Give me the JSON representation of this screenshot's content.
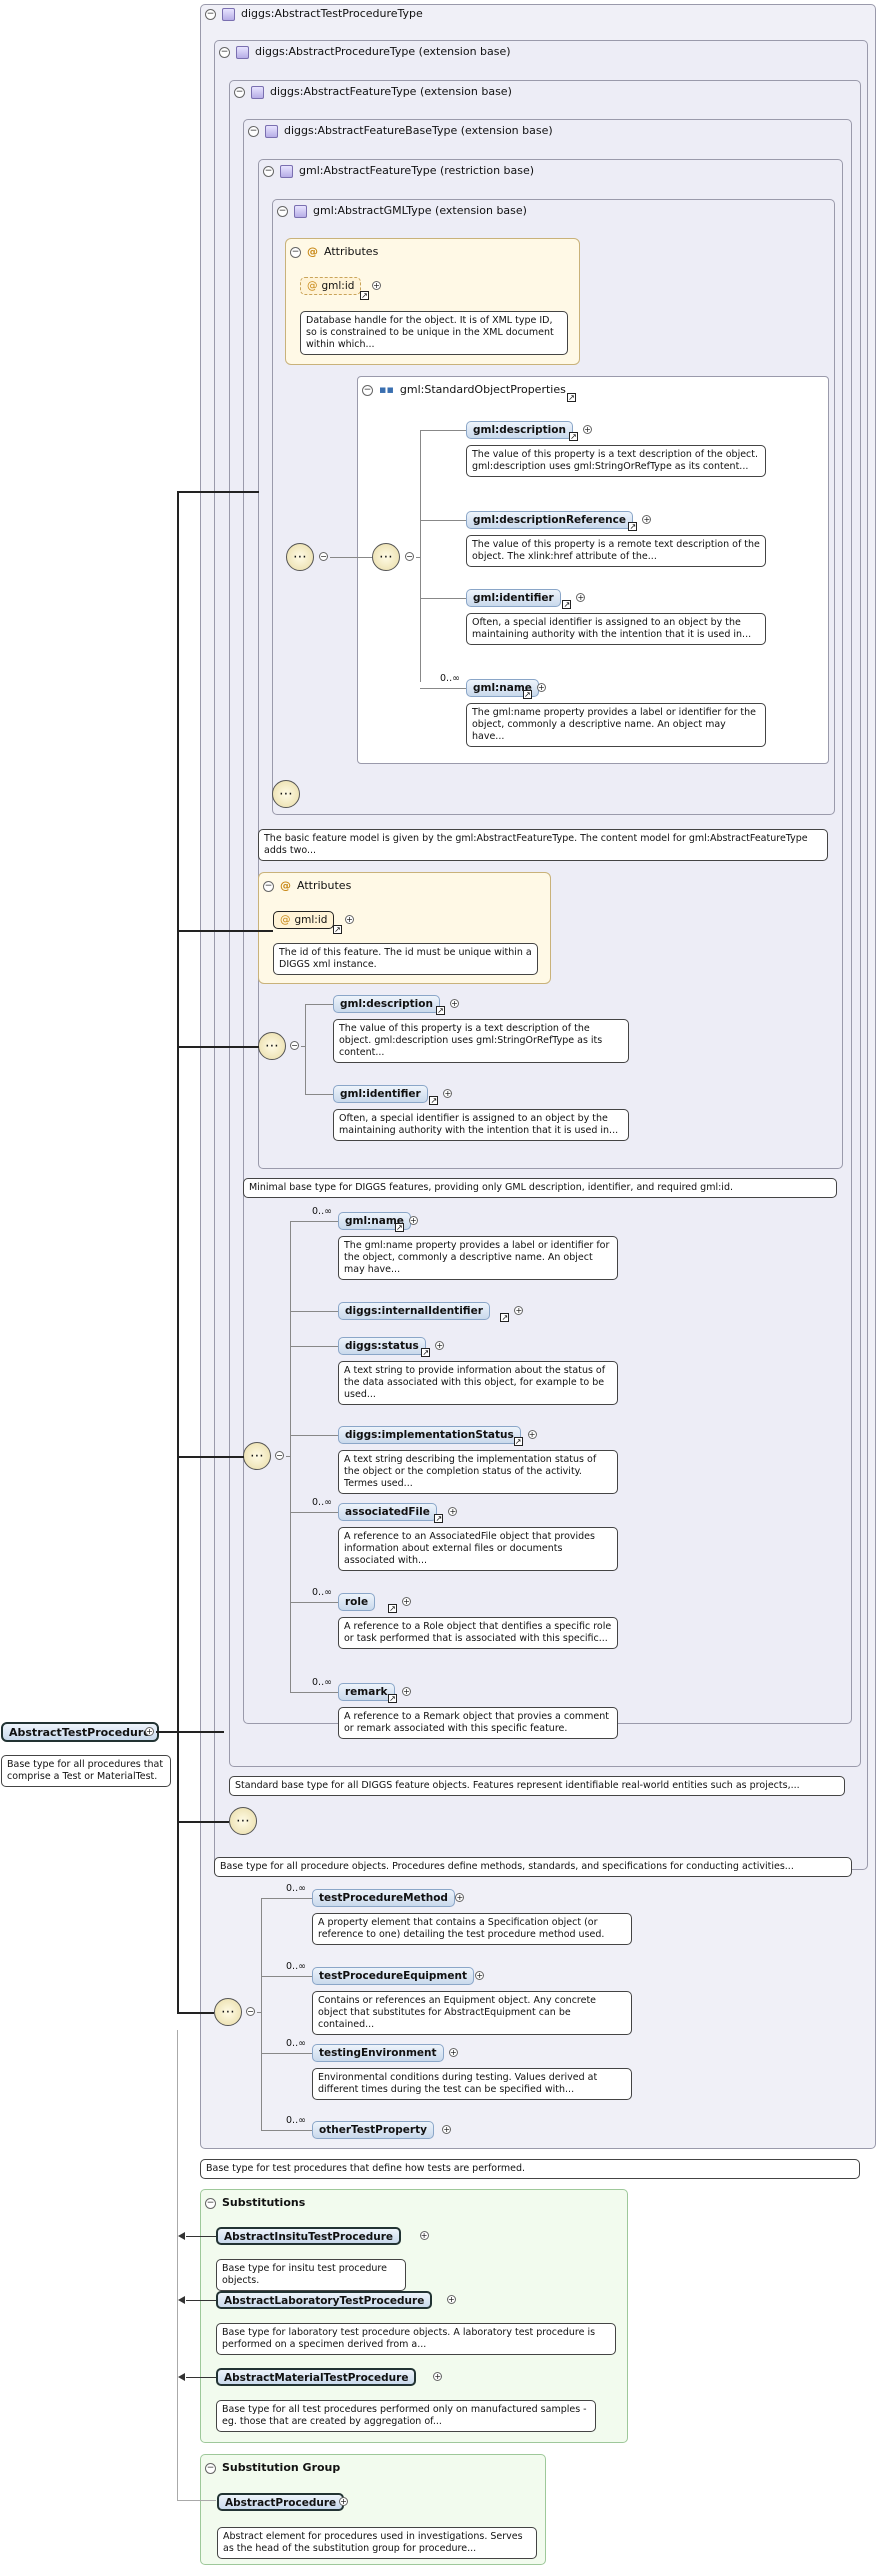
{
  "root": {
    "label": "AbstractTestProcedure",
    "desc": "Base type for all procedures that comprise a Test or MaterialTest."
  },
  "types": {
    "t1": "diggs:AbstractTestProcedureType",
    "t2": "diggs:AbstractProcedureType (extension base)",
    "t3": "diggs:AbstractFeatureType (extension base)",
    "t4": "diggs:AbstractFeatureBaseType (extension base)",
    "t5": "gml:AbstractFeatureType (restriction base)",
    "t6": "gml:AbstractGMLType (extension base)"
  },
  "gml_type": {
    "attributes_label": "Attributes",
    "id_label": "gml:id",
    "id_desc": "Database handle for the object. It is of XML type ID, so is constrained to be unique in the XML document within which...",
    "group_label": "gml:StandardObjectProperties",
    "items": [
      {
        "label": "gml:description",
        "desc": "The value of this property is a text description of the object. gml:description uses gml:StringOrRefType as its content..."
      },
      {
        "label": "gml:descriptionReference",
        "desc": "The value of this property is a remote text description of the object. The xlink:href attribute of the..."
      },
      {
        "label": "gml:identifier",
        "desc": "Often, a special identifier is assigned to an object by the maintaining authority with the intention that it is used in..."
      },
      {
        "label": "gml:name",
        "occ": "0..∞",
        "desc": "The gml:name property provides a label or identifier for the object, commonly a descriptive name. An object may have..."
      }
    ]
  },
  "feature_type": {
    "desc": "The basic feature model is given by the gml:AbstractFeatureType. The content model for gml:AbstractFeatureType adds two...",
    "attributes_label": "Attributes",
    "id_label": "gml:id",
    "id_desc": "The id of this feature. The id must be unique within a DIGGS xml instance.",
    "items": [
      {
        "label": "gml:description",
        "desc": "The value of this property is a text description of the object. gml:description uses gml:StringOrRefType as its content..."
      },
      {
        "label": "gml:identifier",
        "desc": "Often, a special identifier is assigned to an object by the maintaining authority with the intention that it is used in..."
      }
    ]
  },
  "feature_base": {
    "desc": "Minimal base type for DIGGS features, providing only GML description, identifier, and required gml:id.",
    "items": [
      {
        "label": "gml:name",
        "occ": "0..∞",
        "desc": "The gml:name property provides a label or identifier for the object, commonly a descriptive name. An object may have..."
      },
      {
        "label": "diggs:internalIdentifier",
        "desc": ""
      },
      {
        "label": "diggs:status",
        "desc": "A text string to provide information about the status of the data associated with this object, for example to be used..."
      },
      {
        "label": "diggs:implementationStatus",
        "desc": "A text string describing the implementation status of the object or the completion status of the activity. Termes used..."
      },
      {
        "label": "associatedFile",
        "occ": "0..∞",
        "desc": "A reference to an AssociatedFile object that provides information about external files or documents associated with..."
      },
      {
        "label": "role",
        "occ": "0..∞",
        "desc": "A reference to a Role object that dentifies a specific role or task performed that is associated with this specific..."
      },
      {
        "label": "remark",
        "occ": "0..∞",
        "desc": "A reference to a Remark object that provies a comment or remark associated with this specific feature."
      }
    ]
  },
  "feature_desc": "Standard base type for all DIGGS feature objects. Features represent identifiable real-world entities such as projects,...",
  "procedure_desc": "Base type for all procedure objects. Procedures define methods, standards, and specifications for conducting activities...",
  "test_procedure": {
    "items": [
      {
        "label": "testProcedureMethod",
        "occ": "0..∞",
        "desc": "A property element that contains a Specification object (or reference to one) detailing the test procedure method used."
      },
      {
        "label": "testProcedureEquipment",
        "occ": "0..∞",
        "desc": "Contains or references an Equipment object. Any concrete object that substitutes for AbstractEquipment can be contained..."
      },
      {
        "label": "testingEnvironment",
        "occ": "0..∞",
        "desc": "Environmental conditions during testing. Values derived at different times during the test can be specified with..."
      },
      {
        "label": "otherTestProperty",
        "occ": "0..∞",
        "desc": ""
      }
    ]
  },
  "test_procedure_desc": "Base type for test procedures that define how tests are performed.",
  "substitutions": {
    "label": "Substitutions",
    "items": [
      {
        "label": "AbstractInsituTestProcedure",
        "desc": "Base type for insitu test procedure objects."
      },
      {
        "label": "AbstractLaboratoryTestProcedure",
        "desc": "Base type for laboratory test procedure objects. A laboratory test procedure is performed on a specimen derived from a..."
      },
      {
        "label": "AbstractMaterialTestProcedure",
        "desc": "Base type for all test procedures performed only on manufactured samples -eg. those that are created by aggregation of..."
      }
    ]
  },
  "substitution_group": {
    "label": "Substitution Group",
    "item": {
      "label": "AbstractProcedure",
      "desc": "Abstract element for procedures used in investigations. Serves as the head of the substitution group for procedure..."
    }
  },
  "icons": {
    "minus": "−",
    "plus": "+",
    "seq": "sequence-icon",
    "link": "↗"
  },
  "colors": {
    "attr_bg": "#fff9e6",
    "subst_bg": "#f2fbee",
    "element_bg": "#c9d9ec"
  }
}
